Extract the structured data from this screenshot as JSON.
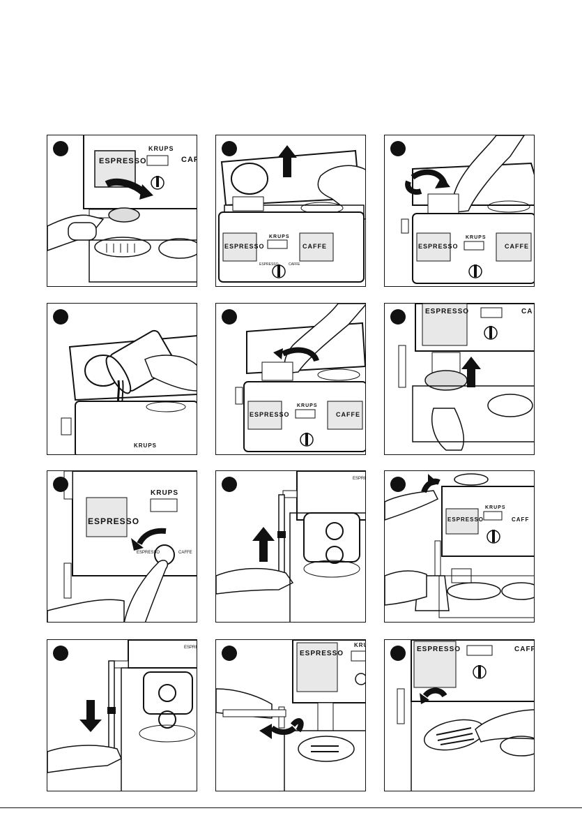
{
  "labels": {
    "espresso": "ESPRESSO",
    "caffe": "CAFFE",
    "brand": "KRUPS",
    "knob_left": "ESPRESSO",
    "knob_right": "CAFFE",
    "caffe_cut": "CA",
    "caffe_cut2": "CAFF"
  },
  "panels": [
    {
      "step": "remove-filter-holder"
    },
    {
      "step": "open-water-tank-lid"
    },
    {
      "step": "remove-water-tank"
    },
    {
      "step": "fill-water-tank"
    },
    {
      "step": "replace-water-tank"
    },
    {
      "step": "insert-filter-holder"
    },
    {
      "step": "turn-knob-to-espresso"
    },
    {
      "step": "raise-steam-nozzle"
    },
    {
      "step": "froth-milk"
    },
    {
      "step": "lower-steam-nozzle"
    },
    {
      "step": "clean-steam-nozzle"
    },
    {
      "step": "remove-drip-tray-grid"
    }
  ]
}
